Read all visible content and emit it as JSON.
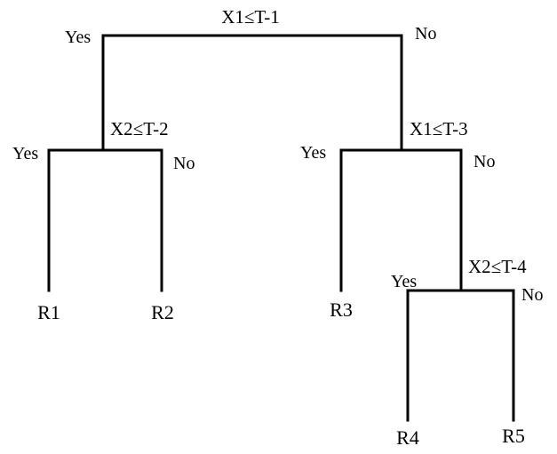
{
  "tree": {
    "root": {
      "condition": "X1≤T-1",
      "yes": "Yes",
      "no": "No"
    },
    "left_split": {
      "condition": "X2≤T-2",
      "yes": "Yes",
      "no": "No"
    },
    "right_split": {
      "condition": "X1≤T-3",
      "yes": "Yes",
      "no": "No"
    },
    "lower_split": {
      "condition": "X2≤T-4",
      "yes": "Yes",
      "no": "No"
    },
    "leaves": [
      "R1",
      "R2",
      "R3",
      "R4",
      "R5"
    ]
  }
}
